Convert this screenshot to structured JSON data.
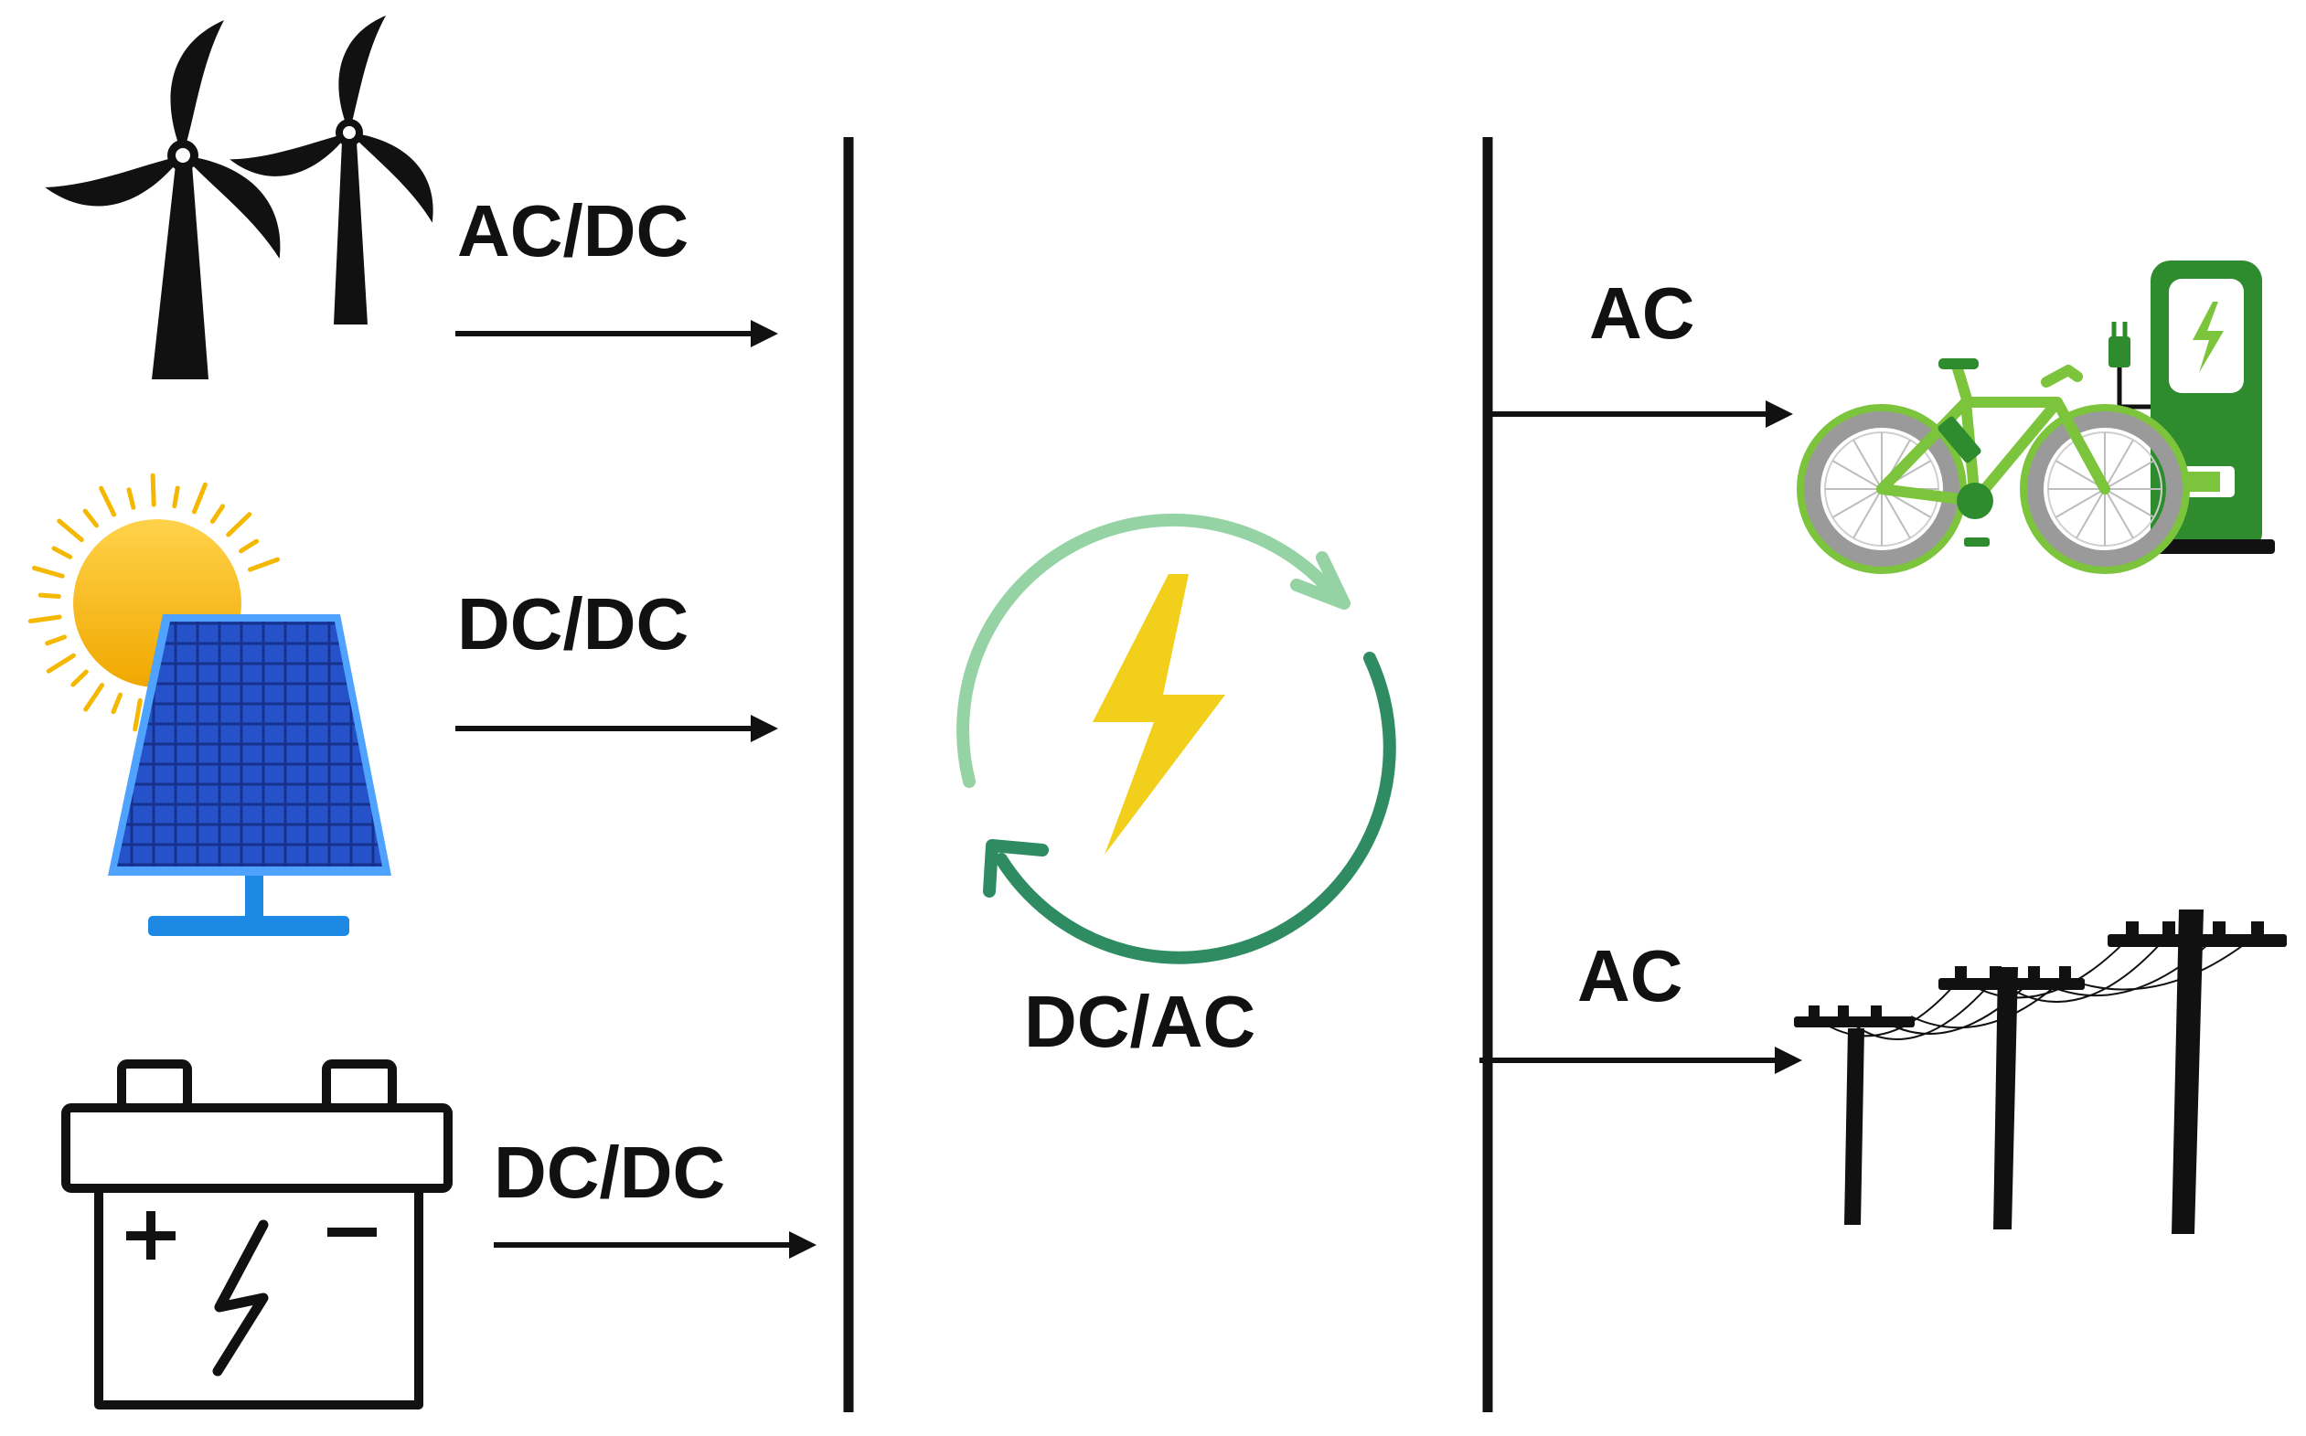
{
  "labels": {
    "wind_conversion": "AC/DC",
    "solar_conversion": "DC/DC",
    "battery_conversion": "DC/DC",
    "inverter_conversion": "DC/AC",
    "ev_output": "AC",
    "grid_output": "AC"
  },
  "icons": {
    "sources": [
      "wind-turbines-icon",
      "solar-panel-icon",
      "battery-icon"
    ],
    "converter": "power-conversion-icon",
    "loads": [
      "ebike-charging-station-icon",
      "power-lines-icon"
    ]
  },
  "colors": {
    "line": "#111111",
    "solar_panel": "#1f4fc9",
    "sun": "#f5b800",
    "bolt": "#f2cf1a",
    "cycle_light": "#8fd19e",
    "cycle_dark": "#2e8b62",
    "bike_green": "#7cc43c",
    "station_green": "#2e8b2e"
  }
}
